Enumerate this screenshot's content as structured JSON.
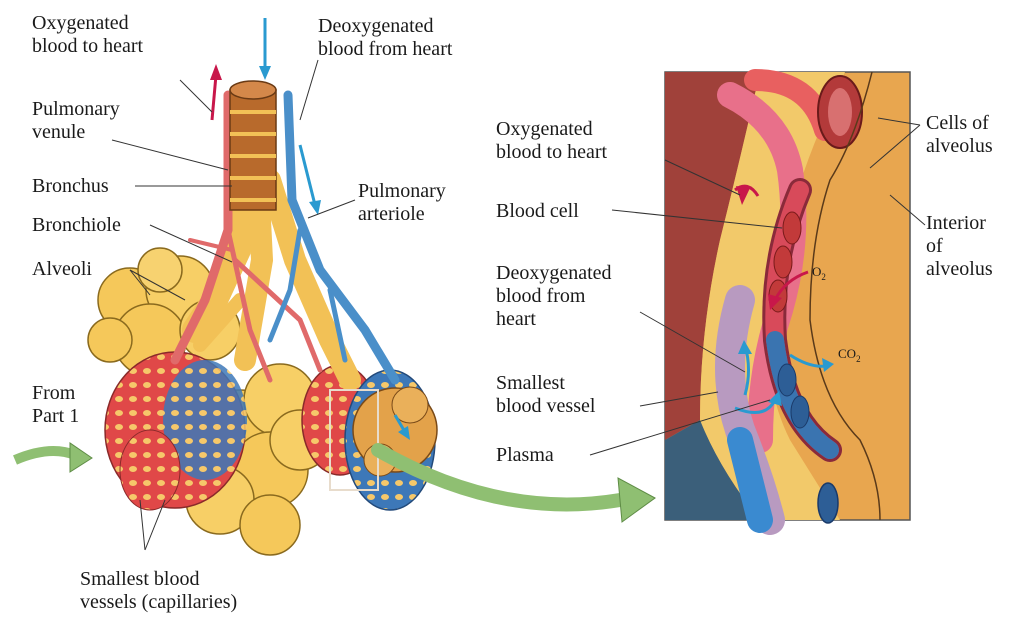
{
  "left": {
    "oxygenated_to_heart": [
      "Oxygenated",
      "blood to heart"
    ],
    "deoxygenated_from_heart": [
      "Deoxygenated",
      "blood from heart"
    ],
    "pulmonary_venule": [
      "Pulmonary",
      "venule"
    ],
    "bronchus": "Bronchus",
    "bronchiole": "Bronchiole",
    "alveoli": "Alveoli",
    "pulmonary_arteriole": [
      "Pulmonary",
      "arteriole"
    ],
    "from_part": [
      "From",
      "Part 1"
    ],
    "capillaries": [
      "Smallest blood",
      "vessels (capillaries)"
    ]
  },
  "right": {
    "oxygenated_to_heart": [
      "Oxygenated",
      "blood to heart"
    ],
    "blood_cell": "Blood cell",
    "deoxygenated_from_heart": [
      "Deoxygenated",
      "blood from",
      "heart"
    ],
    "smallest_vessel": [
      "Smallest",
      "blood vessel"
    ],
    "plasma": "Plasma",
    "cells_of_alveolus": [
      "Cells of",
      "alveolus"
    ],
    "interior_of_alveolus": [
      "Interior",
      "of",
      "alveolus"
    ],
    "o2": "O",
    "co2": "CO",
    "subscript": "2"
  },
  "colors": {
    "alveoli": "#f5c85a",
    "artery_red": "#e06a6a",
    "vein_blue": "#4a8fc9",
    "bronchus_brown": "#b86a2c",
    "zoom_bg": "#e8a64f",
    "connector_green": "#8fbf72"
  }
}
